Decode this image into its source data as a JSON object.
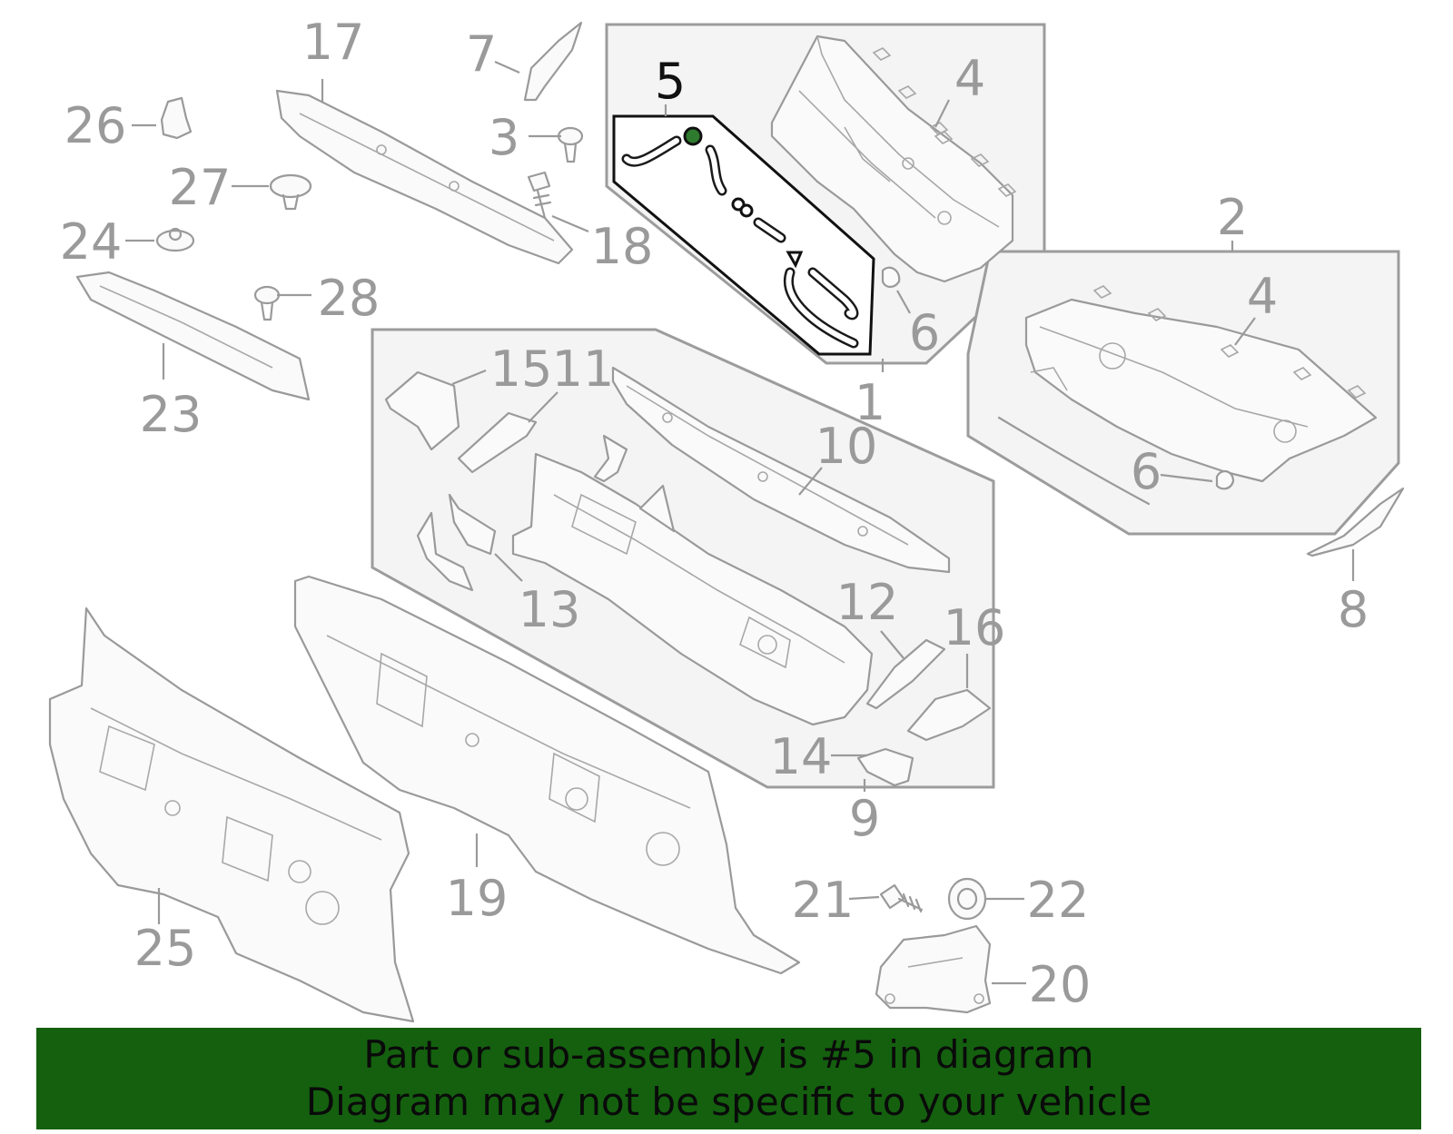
{
  "diagram": {
    "highlighted_part": "5",
    "callouts": [
      {
        "id": "c1",
        "label": "1"
      },
      {
        "id": "c2",
        "label": "2"
      },
      {
        "id": "c3",
        "label": "3"
      },
      {
        "id": "c4a",
        "label": "4"
      },
      {
        "id": "c4b",
        "label": "4"
      },
      {
        "id": "c5",
        "label": "5"
      },
      {
        "id": "c6a",
        "label": "6"
      },
      {
        "id": "c6b",
        "label": "6"
      },
      {
        "id": "c7",
        "label": "7"
      },
      {
        "id": "c8",
        "label": "8"
      },
      {
        "id": "c9",
        "label": "9"
      },
      {
        "id": "c10",
        "label": "10"
      },
      {
        "id": "c11",
        "label": "11"
      },
      {
        "id": "c12",
        "label": "12"
      },
      {
        "id": "c13",
        "label": "13"
      },
      {
        "id": "c14",
        "label": "14"
      },
      {
        "id": "c15",
        "label": "15"
      },
      {
        "id": "c16",
        "label": "16"
      },
      {
        "id": "c17",
        "label": "17"
      },
      {
        "id": "c18",
        "label": "18"
      },
      {
        "id": "c19",
        "label": "19"
      },
      {
        "id": "c20",
        "label": "20"
      },
      {
        "id": "c21",
        "label": "21"
      },
      {
        "id": "c22",
        "label": "22"
      },
      {
        "id": "c23",
        "label": "23"
      },
      {
        "id": "c24",
        "label": "24"
      },
      {
        "id": "c25",
        "label": "25"
      },
      {
        "id": "c26",
        "label": "26"
      },
      {
        "id": "c27",
        "label": "27"
      },
      {
        "id": "c28",
        "label": "28"
      }
    ]
  },
  "banner": {
    "line1": "Part or sub-assembly is #5 in diagram",
    "line2": "Diagram may not be specific to your vehicle",
    "background": "#14600f"
  },
  "colors": {
    "part_stroke": "#9a9a9a",
    "group_fill": "#f4f4f4",
    "highlight": "#111111"
  }
}
